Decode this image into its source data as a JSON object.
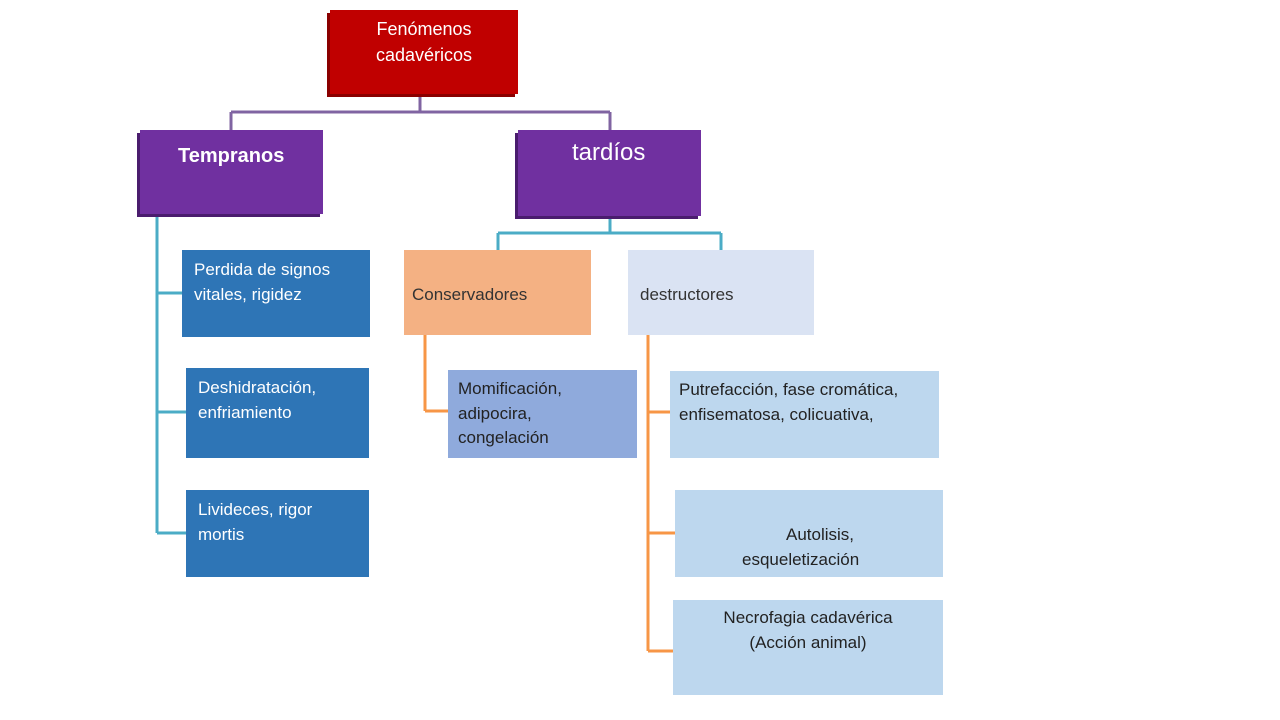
{
  "root": {
    "line1": "Fenómenos",
    "line2": "cadavéricos"
  },
  "tempranos": {
    "label": "Tempranos",
    "items": [
      {
        "line1": "Perdida de signos",
        "line2": "vitales, rigidez"
      },
      {
        "line1": "Deshidratación,",
        "line2": "enfriamiento"
      },
      {
        "line1": "Livideces, rigor",
        "line2": "mortis"
      }
    ]
  },
  "tardios": {
    "label": "tardíos",
    "conservadores": {
      "label": "Conservadores",
      "item": {
        "line1": "Momificación,",
        "line2": "adipocira,",
        "line3": "congelación"
      }
    },
    "destructores": {
      "label": "destructores",
      "items": [
        {
          "line1": "Putrefacción, fase cromática,",
          "line2": "enfisematosa, colicuativa,"
        },
        {
          "line1": "Autolisis,",
          "line2": "esqueletización"
        },
        {
          "line1": "Necrofagia cadavérica",
          "line2": "(Acción animal)"
        }
      ]
    }
  },
  "colors": {
    "root": "#c00000",
    "level1": "#7030a0",
    "tempranos_items": "#2e75b6",
    "conservadores": "#f4b183",
    "destructores": "#dae3f3",
    "momificacion": "#8faadc",
    "destructores_items": "#bdd7ee",
    "connector_root": "#8064a2",
    "connector_level1": "#4bacc6",
    "connector_level2": "#f79646"
  }
}
